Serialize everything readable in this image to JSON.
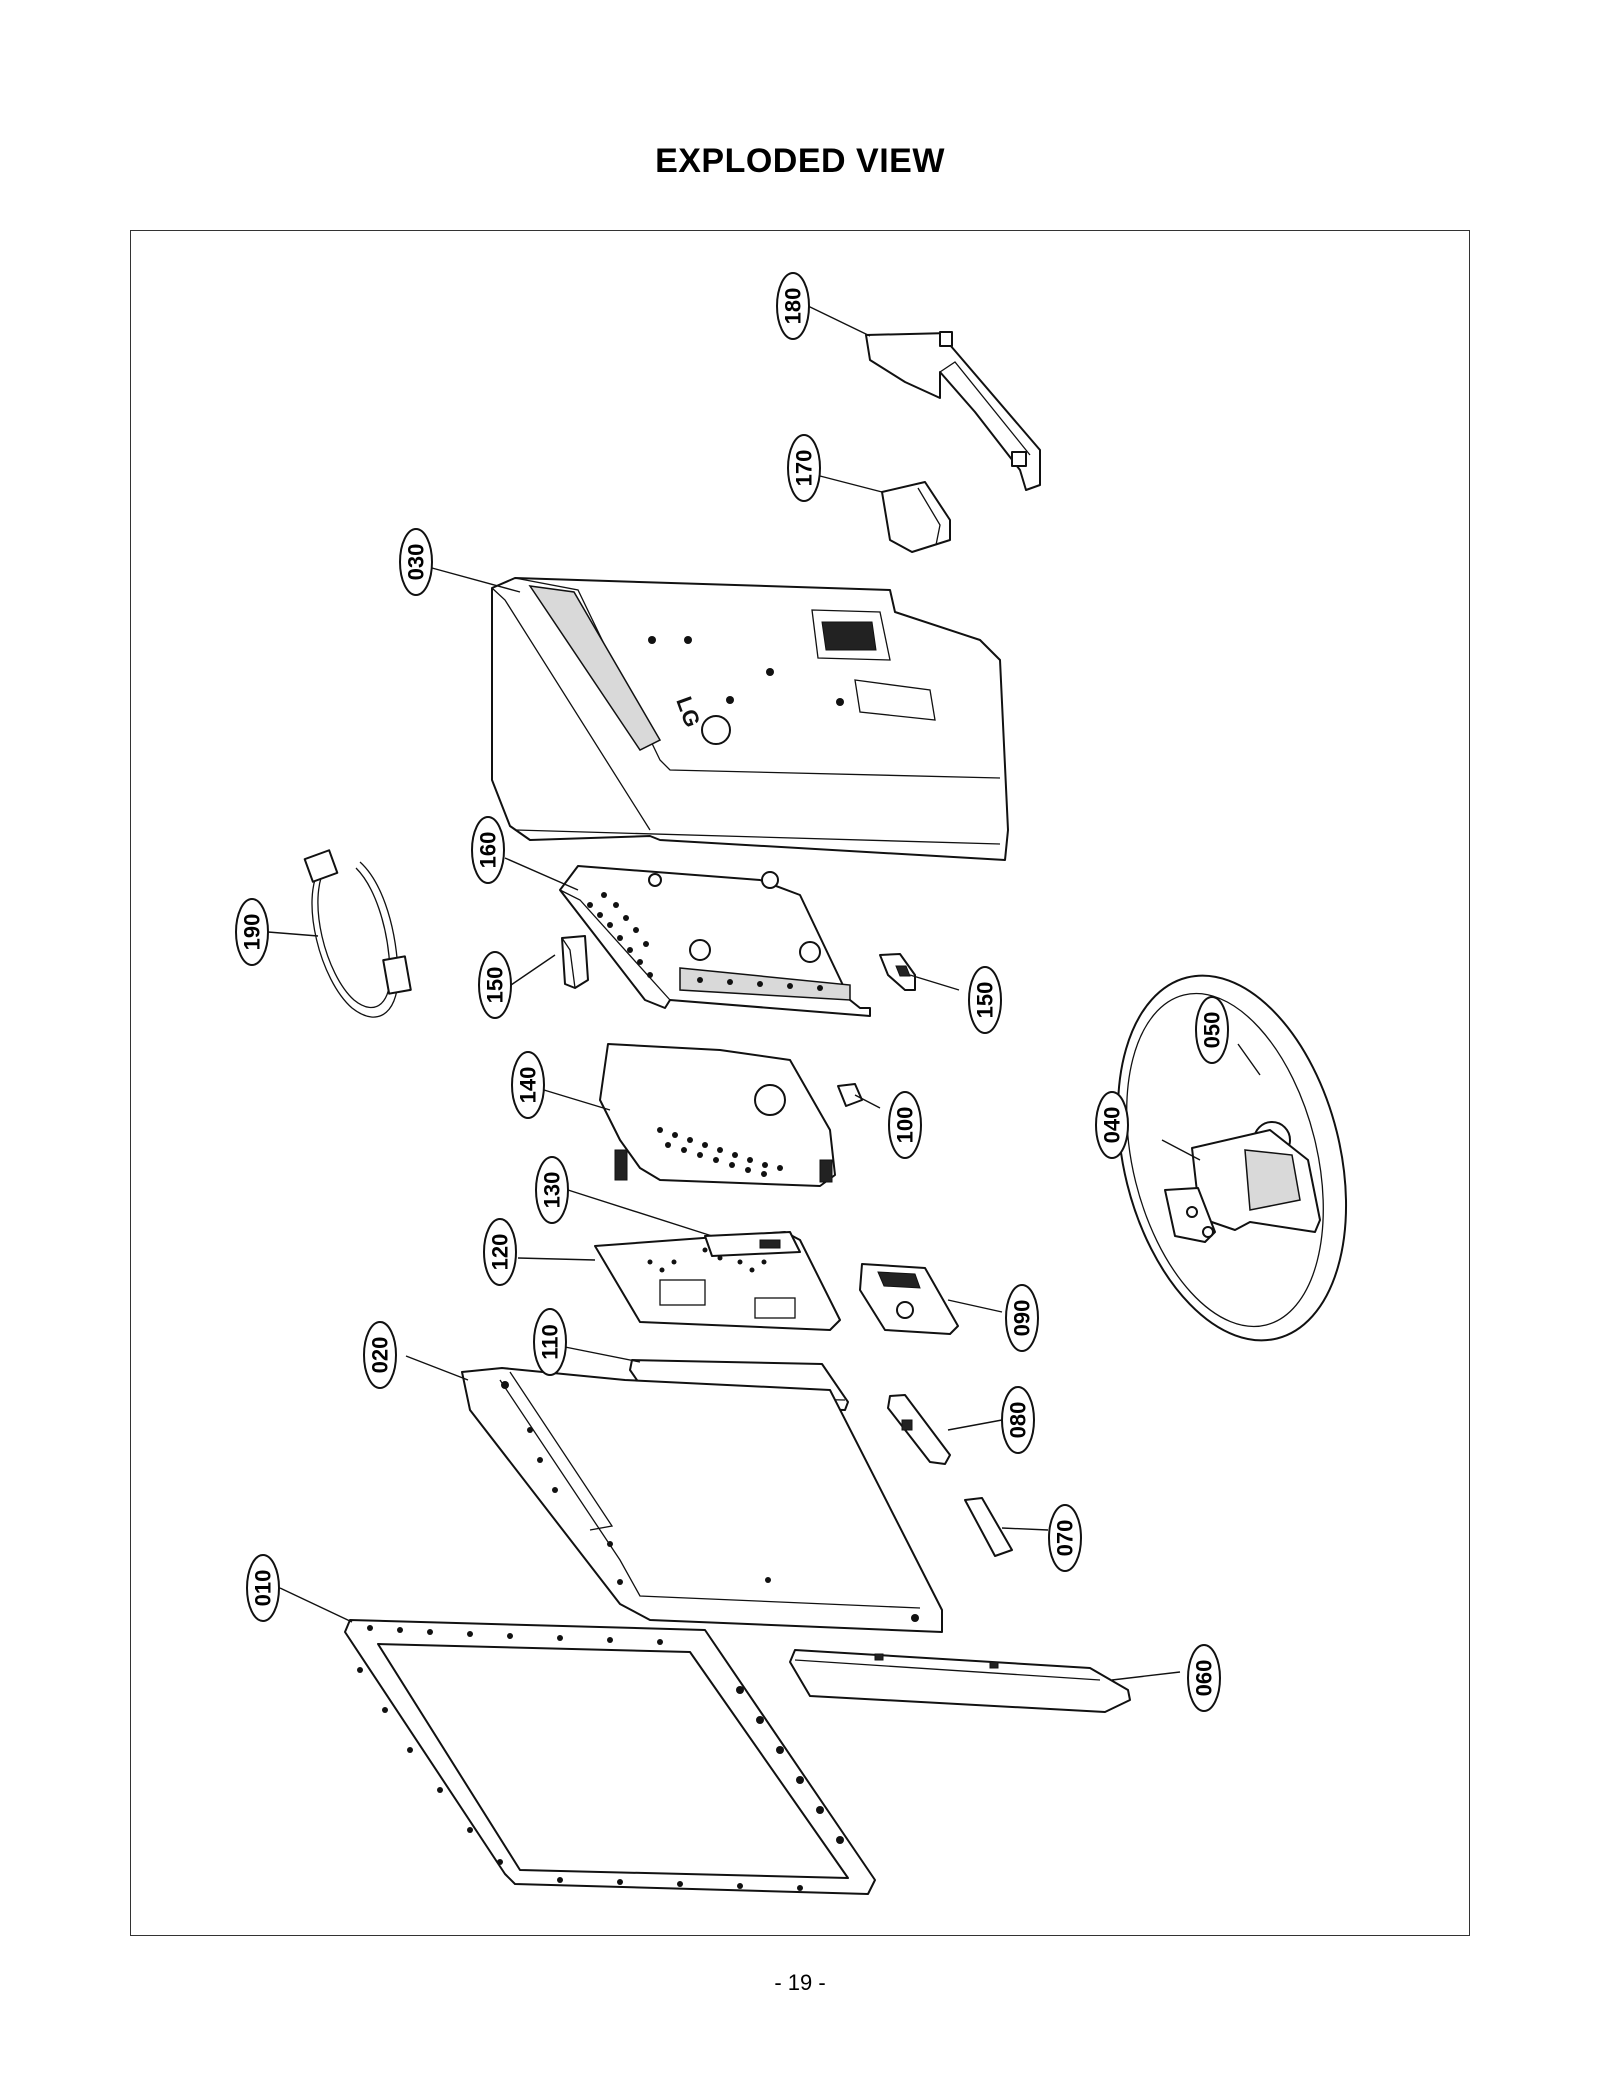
{
  "page": {
    "title": "EXPLODED VIEW",
    "page_number": "- 19 -"
  },
  "logo": {
    "text": "LG"
  },
  "parts": [
    {
      "id": "010"
    },
    {
      "id": "020"
    },
    {
      "id": "030"
    },
    {
      "id": "040"
    },
    {
      "id": "050"
    },
    {
      "id": "060"
    },
    {
      "id": "070"
    },
    {
      "id": "080"
    },
    {
      "id": "090"
    },
    {
      "id": "100"
    },
    {
      "id": "110"
    },
    {
      "id": "120"
    },
    {
      "id": "130"
    },
    {
      "id": "140"
    },
    {
      "id": "150"
    },
    {
      "id": "150"
    },
    {
      "id": "160"
    },
    {
      "id": "170"
    },
    {
      "id": "180"
    },
    {
      "id": "190"
    }
  ]
}
